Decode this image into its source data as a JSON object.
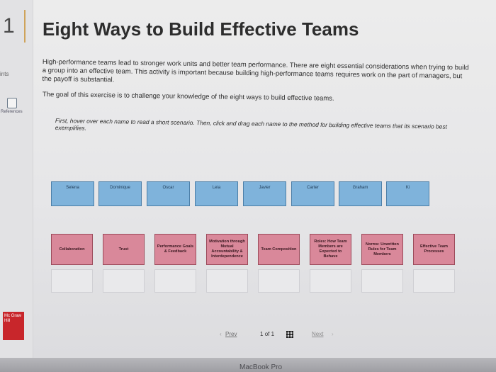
{
  "question": {
    "number": "1"
  },
  "sidebar": {
    "points_label": "ints",
    "references_label": "References",
    "logo_text": "Mc Graw Hill"
  },
  "title": "Eight Ways to Build Effective Teams",
  "intro": "High-performance teams lead to stronger work units and better team performance. There are eight essential considerations when trying to build a group into an effective team. This activity is important because building high-performance teams requires work on the part of managers, but the payoff is substantial.",
  "goal": "The goal of this exercise is to challenge your knowledge of the eight ways to build effective teams.",
  "instructions": "First, hover over each name to read a short scenario. Then, click and drag each name to the method for building effective teams that its scenario best exemplifies.",
  "names": [
    "Selena",
    "Dominique",
    "Oscar",
    "Leia",
    "Javier",
    "Carter",
    "Graham",
    "Ki"
  ],
  "methods": [
    "Collaboration",
    "Trust",
    "Performance Goals & Feedback",
    "Motivation through Mutual Accountability & Interdependence",
    "Team Composition",
    "Roles: How Team Members are Expected to Behave",
    "Norms: Unwritten Rules for Team Members",
    "Effective Team Processes"
  ],
  "pager": {
    "prev": "Prev",
    "page": "1",
    "of": "of",
    "total": "1",
    "next": "Next"
  },
  "device": {
    "label": "MacBook Pro"
  },
  "colors": {
    "name_card": "#7fb3db",
    "method_card": "#d9889a",
    "accent_rule": "#cfa35a",
    "logo": "#c8262b"
  }
}
